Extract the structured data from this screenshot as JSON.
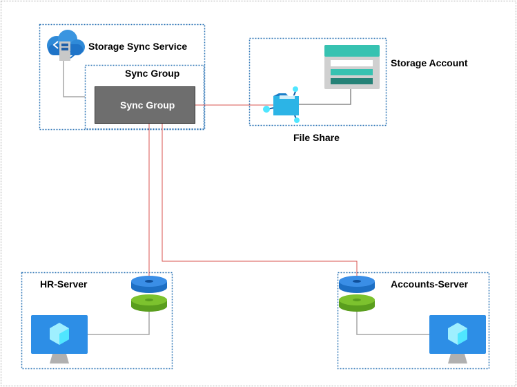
{
  "labels": {
    "storage_sync_service": "Storage Sync Service",
    "sync_group_container": "Sync Group",
    "sync_group_box": "Sync Group",
    "storage_account": "Storage Account",
    "file_share": "File Share",
    "hr_server": "HR-Server",
    "accounts_server": "Accounts-Server"
  },
  "icons": [
    "storage-sync-service-icon",
    "storage-account-icon",
    "file-share-icon",
    "server-endpoint-icon",
    "virtual-machine-icon"
  ],
  "colors": {
    "container_border": "#2e75b6",
    "sync_line": "#d9534f",
    "connector_line": "#a6a6a6",
    "sync_group_fill": "#6e6e6e"
  }
}
